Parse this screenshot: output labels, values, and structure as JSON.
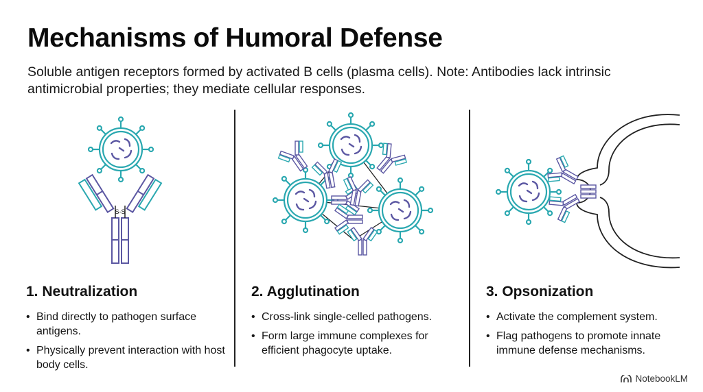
{
  "title": "Mechanisms of Humoral Defense",
  "subtitle": "Soluble antigen receptors formed by activated B cells (plasma cells). Note: Antibodies lack intrinsic antimicrobial properties; they mediate cellular responses.",
  "disulfide_label": "S-S",
  "colors": {
    "teal": "#2aa8b0",
    "purple": "#5b57a2",
    "ink": "#222222"
  },
  "sections": [
    {
      "heading": "1. Neutralization",
      "bullets": [
        "Bind directly to pathogen surface antigens.",
        "Physically prevent interaction with host body cells."
      ]
    },
    {
      "heading": "2. Agglutination",
      "bullets": [
        "Cross-link single-celled pathogens.",
        "Form large immune complexes for efficient phagocyte uptake."
      ]
    },
    {
      "heading": "3. Opsonization",
      "bullets": [
        "Activate the complement system.",
        "Flag pathogens to promote innate immune defense mechanisms."
      ]
    }
  ],
  "brand": {
    "name": "NotebookLM",
    "icon": "notebooklm-logo-icon"
  }
}
